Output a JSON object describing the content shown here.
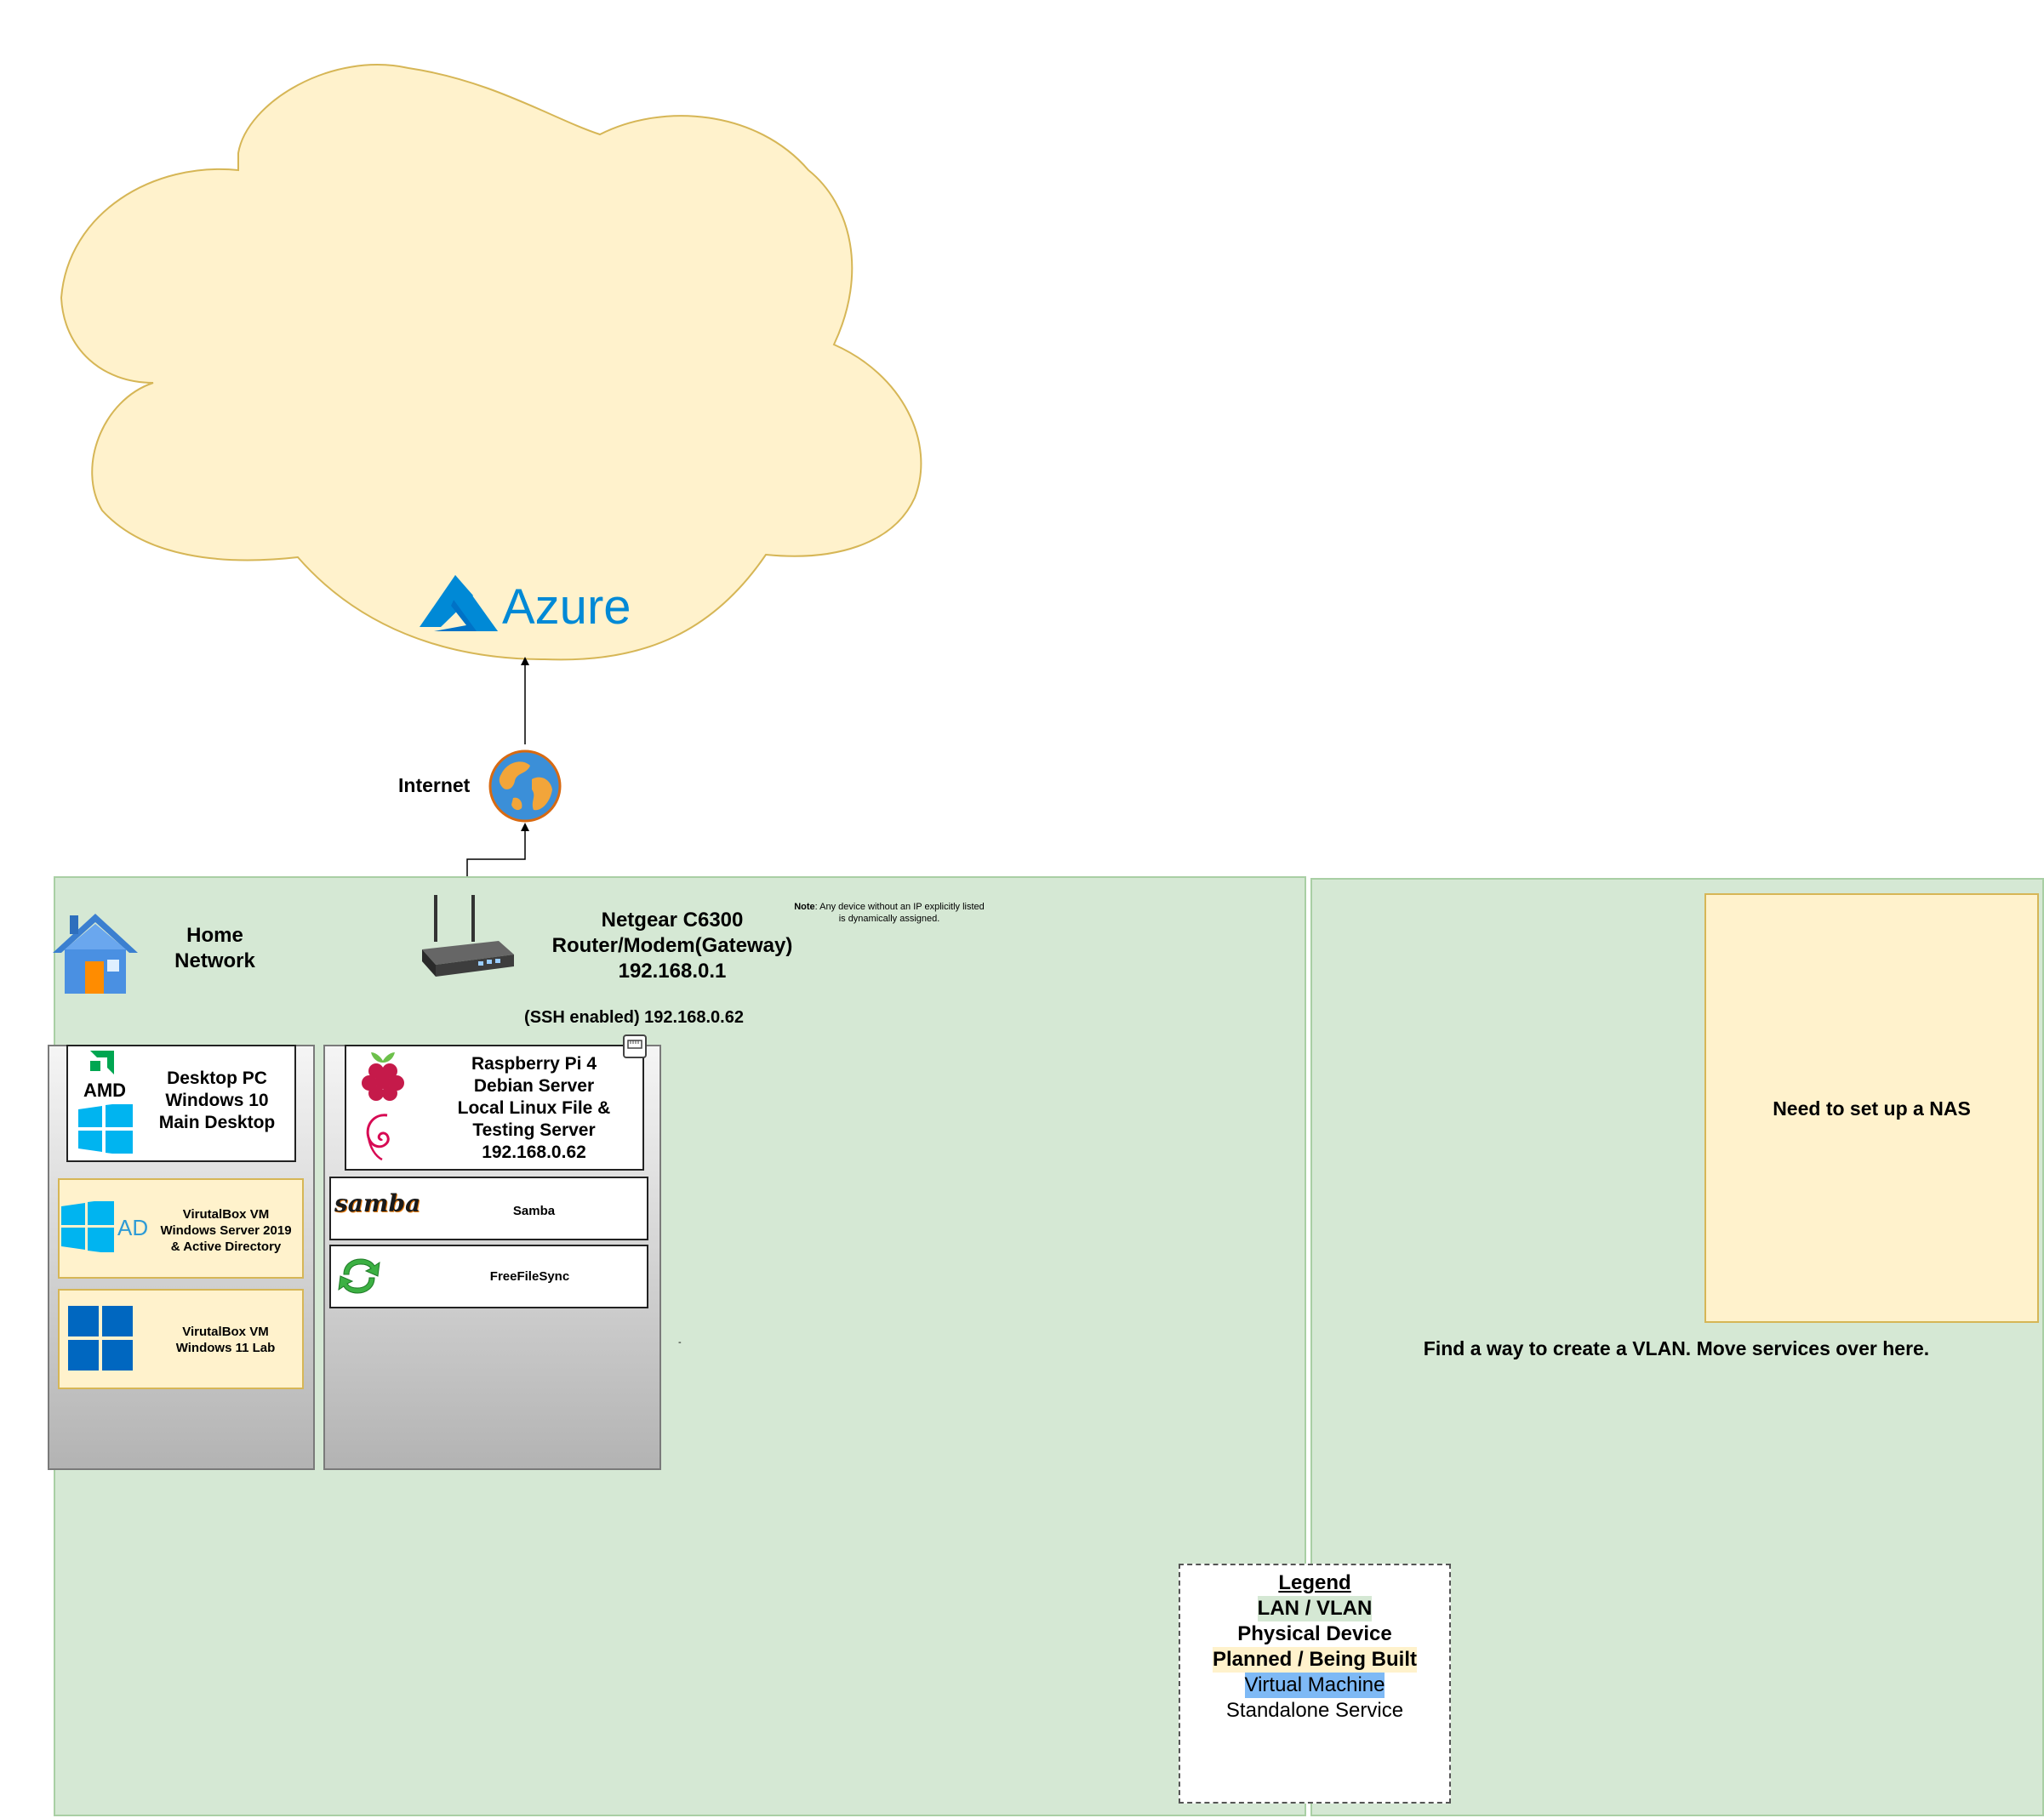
{
  "cloud": {
    "label": "Azure",
    "fill": "#fff2cc",
    "stroke": "#d6b656",
    "brand_color": "#0089d6",
    "icon": "azure-logo"
  },
  "internet": {
    "label": "Internet",
    "icon": "globe-icon"
  },
  "home": {
    "label_lines": [
      "Home",
      "Network"
    ],
    "icon": "house-icon"
  },
  "router": {
    "icon": "router-icon",
    "lines": [
      "Netgear C6300",
      "Router/Modem(Gateway)",
      "192.168.0.1"
    ]
  },
  "note": {
    "prefix": "Note",
    "text": ": Any device without an IP explicitly listed",
    "line2": "is dynamically assigned."
  },
  "ssh": {
    "text": "(SSH enabled) 192.168.0.62"
  },
  "desktop": {
    "icons": [
      "amd-logo",
      "windows-10-logo"
    ],
    "lines": [
      "Desktop PC",
      "Windows 10",
      "Main Desktop"
    ]
  },
  "vm_server": {
    "icons": [
      "windows-logo",
      "active-directory-logo"
    ],
    "icon_text": "AD",
    "lines": [
      "VirutalBox VM",
      "Windows Server 2019",
      "& Active Directory"
    ]
  },
  "vm_win11": {
    "icons": [
      "windows-11-logo"
    ],
    "lines": [
      "VirutalBox VM",
      "Windows 11 Lab"
    ]
  },
  "pi": {
    "icons": [
      "raspberry-pi-logo",
      "debian-logo",
      "ethernet-port-icon"
    ],
    "lines": [
      "Raspberry Pi 4",
      "Debian Server",
      "Local Linux File &",
      "Testing Server",
      "192.168.0.62"
    ]
  },
  "samba": {
    "logo_text": "samba",
    "label": "Samba"
  },
  "freefilesync": {
    "icon": "sync-icon",
    "label": "FreeFileSync"
  },
  "stray_mark": "-",
  "vlan_zone": {
    "text": "Find a way to create a VLAN. Move services over here."
  },
  "nas": {
    "text": "Need to set up a NAS"
  },
  "legend": {
    "title": "Legend",
    "items": [
      {
        "label": "LAN / VLAN",
        "bg": "#d5e8d4",
        "bold": true
      },
      {
        "label": "Physical Device",
        "bg": "#ffffff",
        "bold": true
      },
      {
        "label": "Planned / Being Built",
        "bg": "#fff2cc",
        "bold": true
      },
      {
        "label": "Virtual Machine",
        "bg": "#7eb9f5",
        "bold": false
      },
      {
        "label": "Standalone Service",
        "bg": "#ffffff",
        "bold": false
      }
    ]
  },
  "colors": {
    "lan": "#d5e8d4",
    "planned": "#fff2cc",
    "vm": "#7eb9f5"
  }
}
